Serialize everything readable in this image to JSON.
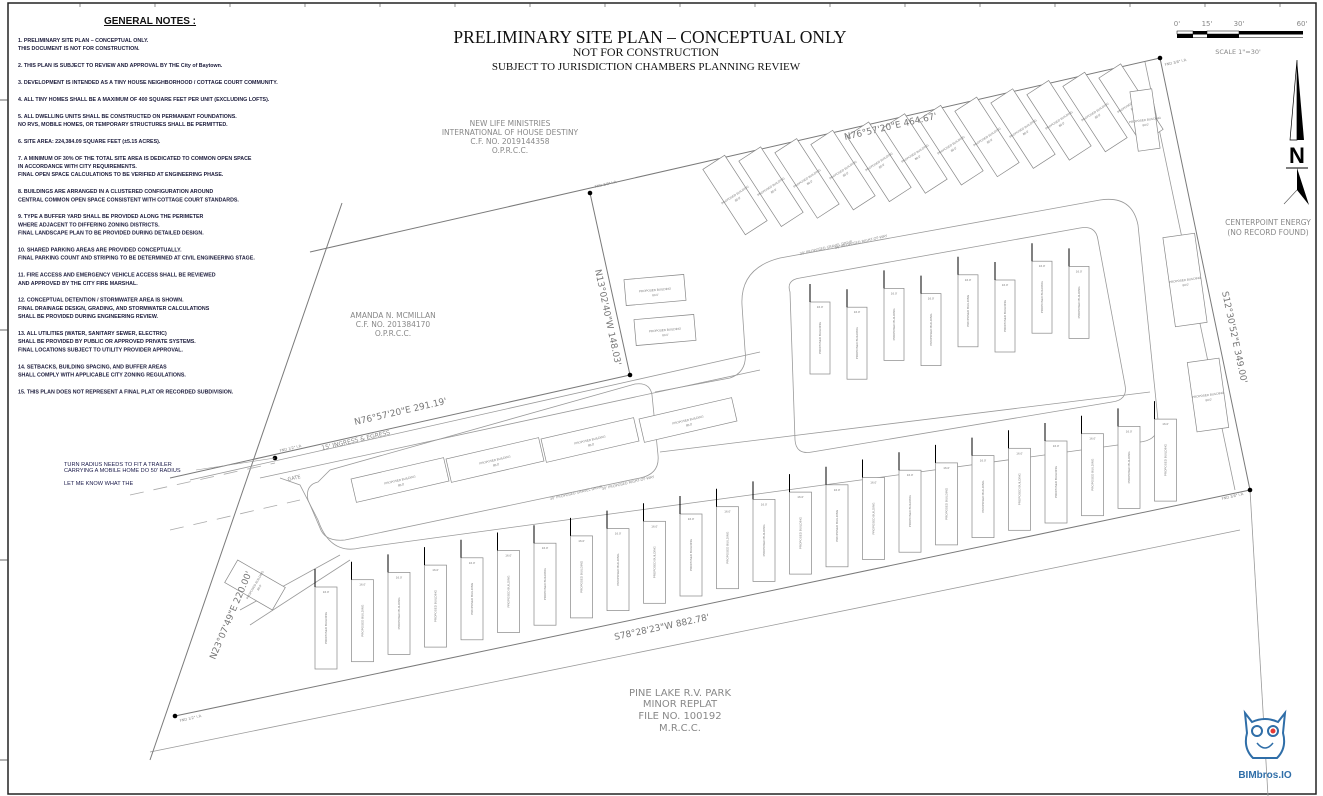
{
  "title": {
    "main": "PRELIMINARY SITE PLAN – CONCEPTUAL ONLY",
    "sub1": "NOT FOR CONSTRUCTION",
    "sub2": "SUBJECT TO JURISDICTION CHAMBERS PLANNING REVIEW"
  },
  "notes": {
    "heading": "GENERAL NOTES :",
    "items": [
      [
        "1. PRELIMINARY SITE PLAN – CONCEPTUAL ONLY.",
        "THIS DOCUMENT IS NOT FOR CONSTRUCTION."
      ],
      [
        "2. THIS PLAN IS SUBJECT TO REVIEW AND APPROVAL BY THE City of Baytown."
      ],
      [
        "3. DEVELOPMENT IS INTENDED AS A TINY HOUSE NEIGHBORHOOD / COTTAGE COURT COMMUNITY."
      ],
      [
        "4. ALL TINY HOMES SHALL BE A MAXIMUM OF 400 SQUARE FEET PER UNIT (EXCLUDING LOFTS)."
      ],
      [
        "5. ALL DWELLING UNITS SHALL BE CONSTRUCTED ON PERMANENT FOUNDATIONS.",
        "NO RVS, MOBILE HOMES, OR TEMPORARY STRUCTURES SHALL BE PERMITTED."
      ],
      [
        "6. SITE AREA: 224,384.09 SQUARE FEET (±5.15 ACRES)."
      ],
      [
        "7. A MINIMUM OF 30% OF THE TOTAL SITE AREA IS DEDICATED TO COMMON OPEN SPACE",
        "IN ACCORDANCE WITH CITY REQUIREMENTS.",
        "FINAL OPEN SPACE CALCULATIONS TO BE VERIFIED AT ENGINEERING PHASE."
      ],
      [
        "8. BUILDINGS ARE ARRANGED IN A CLUSTERED CONFIGURATION AROUND",
        "CENTRAL COMMON OPEN SPACE CONSISTENT WITH COTTAGE COURT STANDARDS."
      ],
      [
        "9. TYPE A BUFFER YARD SHALL BE PROVIDED ALONG THE PERIMETER",
        "WHERE ADJACENT TO DIFFERING ZONING DISTRICTS.",
        "FINAL LANDSCAPE PLAN TO BE PROVIDED DURING DETAILED DESIGN."
      ],
      [
        "10. SHARED PARKING AREAS ARE PROVIDED CONCEPTUALLY.",
        "FINAL PARKING COUNT AND STRIPING TO BE DETERMINED AT CIVIL ENGINEERING STAGE."
      ],
      [
        "11. FIRE ACCESS AND EMERGENCY VEHICLE ACCESS SHALL BE REVIEWED",
        "AND APPROVED BY THE CITY FIRE MARSHAL."
      ],
      [
        "12. CONCEPTUAL DETENTION / STORMWATER AREA IS SHOWN.",
        "FINAL DRAINAGE DESIGN, GRADING, AND STORMWATER CALCULATIONS",
        "SHALL BE PROVIDED DURING ENGINEERING REVIEW."
      ],
      [
        "13. ALL UTILITIES (WATER, SANITARY SEWER, ELECTRIC)",
        "SHALL BE PROVIDED BY PUBLIC OR APPROVED PRIVATE SYSTEMS.",
        "FINAL LOCATIONS SUBJECT TO UTILITY PROVIDER APPROVAL."
      ],
      [
        "14. SETBACKS, BUILDING SPACING, AND BUFFER AREAS",
        "SHALL COMPLY WITH APPLICABLE CITY ZONING REGULATIONS."
      ],
      [
        "15. THIS PLAN DOES NOT REPRESENT A FINAL PLAT OR RECORDED SUBDIVISION."
      ]
    ]
  },
  "scale": {
    "ticks": [
      "0'",
      "15'",
      "30'",
      "60'"
    ],
    "label": "SCALE 1\"=30'"
  },
  "north": "N",
  "adjacent": {
    "centerpoint": [
      "CENTERPOINT ENERGY",
      "(NO RECORD FOUND)"
    ],
    "new_life": [
      "NEW LIFE MINISTRIES",
      "INTERNATIONAL OF HOUSE DESTINY",
      "C.F. NO. 2019144358",
      "O.P.R.C.C."
    ],
    "mcmillan": [
      "AMANDA N. MCMILLAN",
      "C.F. NO. 201384170",
      "O.P.R.C.C."
    ],
    "pine_lake": [
      "PINE LAKE R.V. PARK",
      "MINOR REPLAT",
      "FILE NO. 100192",
      "M.R.C.C."
    ]
  },
  "bearings": {
    "north": "N76°57'20\"E  464.67'",
    "inner_west": "N13°02'40\"W  148.03'",
    "entry": "N76°57'20\"E  291.19'",
    "east": "S12°30'52\"E  349.00'",
    "south": "S78°28'23\"W  882.78'",
    "west": "N23°07'49\"E  220.00'"
  },
  "monuments": {
    "fnd_38": "FND 3/8\" I.R.",
    "fnd_12": "FND 1/2\" I.R."
  },
  "road_labels": {
    "ingress": "15' INGRESS & EGRESS",
    "gate": "GATE",
    "gravel": "30' PROPOSED GRAVEL DRIVE",
    "row": "30' PROPOSED RIGHT-OF-WAY"
  },
  "lot_labels": {
    "area": "80.0'",
    "proposed": "PROPOSED BUILDING",
    "width": "16.0'"
  },
  "comment": {
    "lines": [
      "TURN RADIUS NEEDS TO FIT A TRAILER",
      "CARRYING A MOBILE HOME DO 50' RADIUS"
    ],
    "followup": "LET ME KNOW WHAT THE"
  },
  "logo": {
    "text": "BIMbros.IO",
    "color": "#2f6ea8",
    "eye_color": "#e53935"
  }
}
